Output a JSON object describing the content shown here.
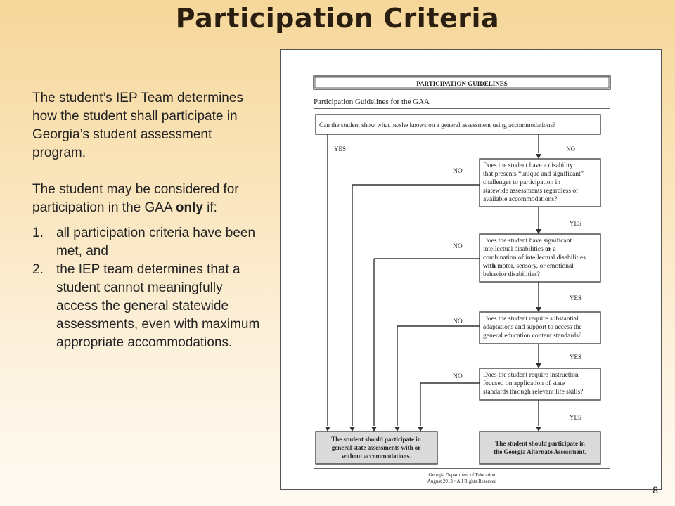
{
  "slide": {
    "title": "Participation Criteria",
    "page_number": "8"
  },
  "intro": {
    "para1": "The student’s IEP Team determines how the student shall participate in Georgia’s student assessment program.",
    "para2_pre": "The student may be considered for participation in the GAA ",
    "para2_bold": "only",
    "para2_post": " if:",
    "criteria": [
      {
        "num": "1.",
        "text": "all participation criteria have been met, and"
      },
      {
        "num": "2.",
        "text": "the IEP team determines that a student cannot meaningfully access the general statewide assessments, even with maximum appropriate accommodations."
      }
    ]
  },
  "figure": {
    "banner": "Participation Guidelines",
    "subtitle": "Participation Guidelines for the GAA",
    "q0": "Can the student show what he/she knows on a general assessment using accommodations?",
    "yes": "YES",
    "no": "NO",
    "q1": [
      "Does the student have a disability",
      "that presents “unique and significant”",
      "challenges to participation in",
      "statewide assessments regardless of",
      "available accommodations?"
    ],
    "q2": [
      [
        {
          "t": "Does the student have significant"
        }
      ],
      [
        {
          "t": "intellectual disabilities "
        },
        {
          "t": "or",
          "b": true
        },
        {
          "t": " a"
        }
      ],
      [
        {
          "t": "combination of intellectual disabilities"
        }
      ],
      [
        {
          "t": "with",
          "b": true
        },
        {
          "t": " motor, sensory, or emotional"
        }
      ],
      [
        {
          "t": "behavior disabilities?"
        }
      ]
    ],
    "q3": [
      "Does the student require substantial",
      "adaptations and support to access the",
      "general education content standards?"
    ],
    "q4": [
      "Does the student require instruction",
      "focused on application of state",
      "standards through relevant life skills?"
    ],
    "out_left": [
      "The student should participate in",
      "general state assessments with or",
      "without accommodations."
    ],
    "out_right": [
      "The student should participate in",
      "the Georgia Alternate Assessment."
    ],
    "footer1": "Georgia Department of Education",
    "footer2": "August 2013 • All Rights Reserved"
  }
}
